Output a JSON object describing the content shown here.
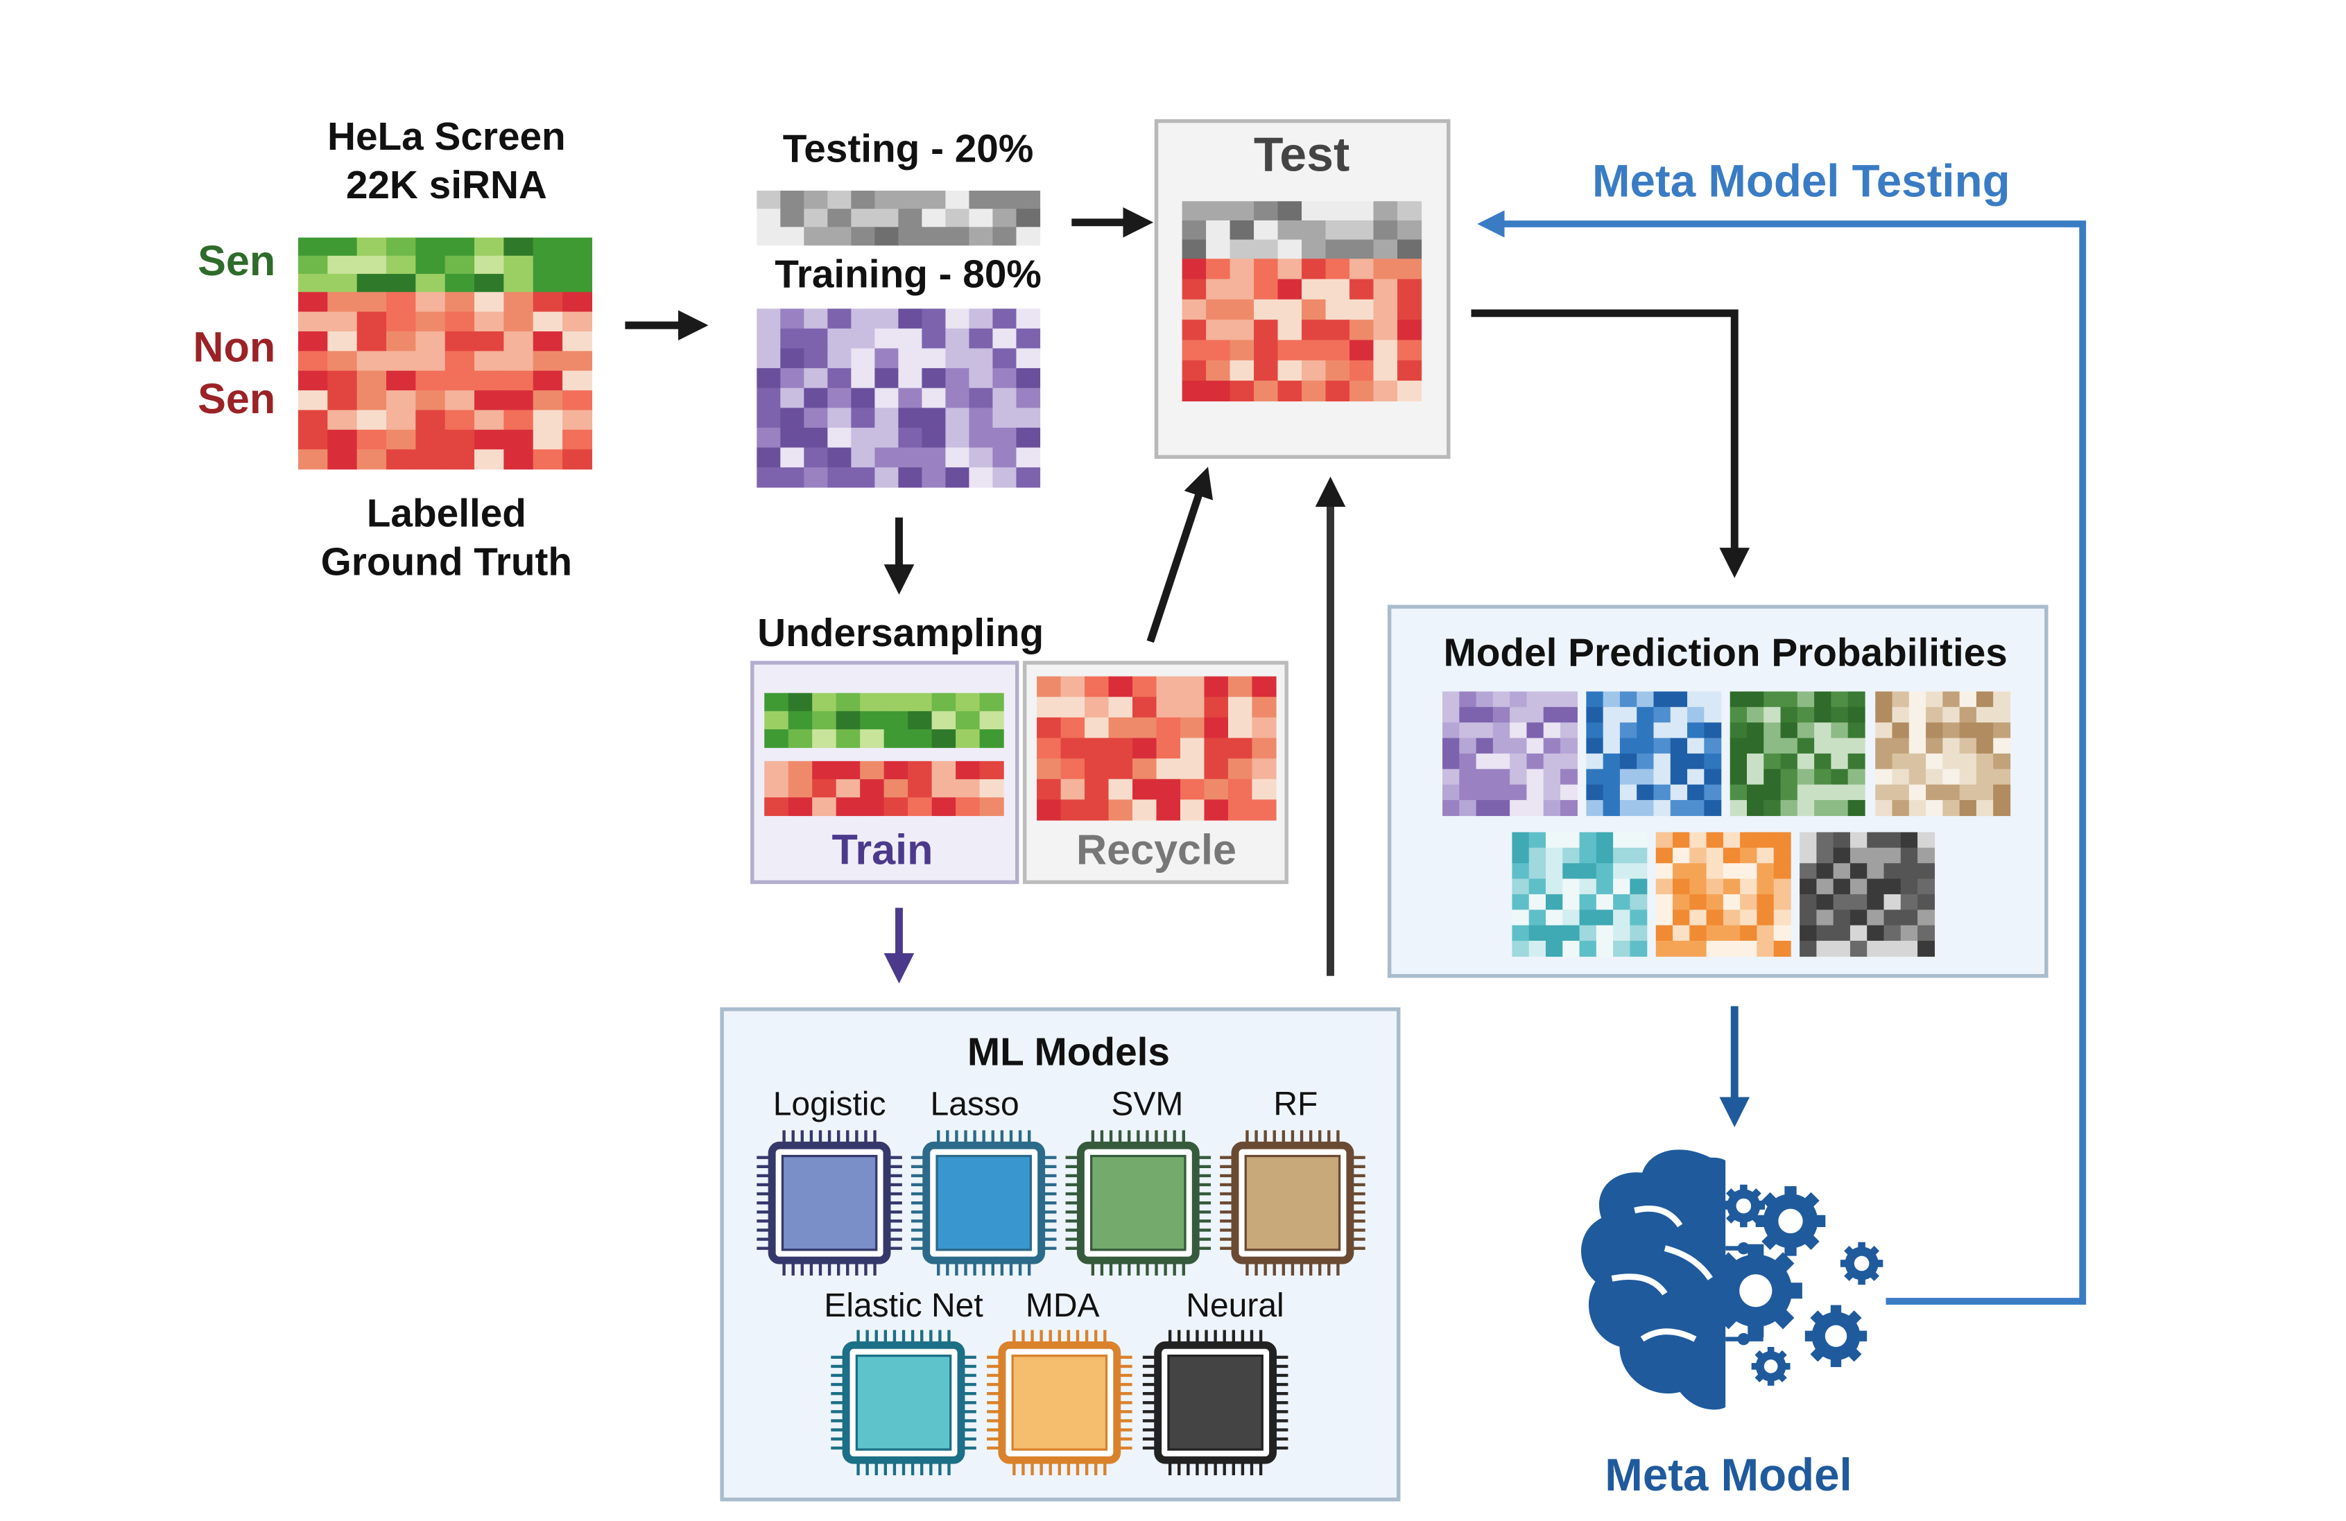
{
  "ground_truth": {
    "title_line1": "HeLa Screen",
    "title_line2": "22K siRNA",
    "sen_label": "Sen",
    "non_sen_line1": "Non",
    "non_sen_line2": "Sen",
    "caption_line1": "Labelled",
    "caption_line2": "Ground Truth"
  },
  "split": {
    "testing_label": "Testing - 20%",
    "training_label": "Training - 80%"
  },
  "test_box": {
    "title": "Test"
  },
  "undersampling": {
    "title": "Undersampling",
    "train_label": "Train",
    "recycle_label": "Recycle"
  },
  "ml_models": {
    "title": "ML Models",
    "models": [
      "Logistic",
      "Lasso",
      "SVM",
      "RF",
      "Elastic Net",
      "MDA",
      "Neural"
    ]
  },
  "predictions": {
    "title": "Model Prediction Probabilities"
  },
  "meta": {
    "testing_label": "Meta Model Testing",
    "model_label": "Meta Model"
  },
  "colors": {
    "sen_green": "#2f6b2a",
    "non_sen_red": "#9b2226",
    "train_purple": "#4b3a8c",
    "recycle_gray": "#777777",
    "meta_blue": "#3a7cc4",
    "meta_dark_blue": "#1f5a9c",
    "chip_colors": [
      "#7a8ec7",
      "#3a96cf",
      "#74ab6c",
      "#c8a97a",
      "#5fc3cc",
      "#f5bd6e",
      "#444444"
    ],
    "chip_borders": [
      "#35386b",
      "#2b6a8a",
      "#355a3c",
      "#6a4a33",
      "#1b6f86",
      "#d9822b",
      "#222222"
    ]
  }
}
